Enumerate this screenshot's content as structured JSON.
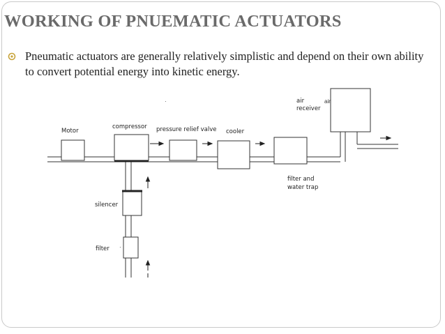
{
  "slide": {
    "title": "WORKING OF PNUEMATIC ACTUATORS",
    "bullet": "Pneumatic actuators are generally relatively simplistic and depend on their own ability to convert potential energy into kinetic energy.",
    "bullet_color": "#c8a33a",
    "title_color": "#6a6a6a"
  },
  "diagram": {
    "components": {
      "motor": "Motor",
      "compressor": "compressor",
      "pressure_relief_valve": "pressure relief valve",
      "cooler": "cooler",
      "air_receiver_line1": "air",
      "air_receiver_line2": "receiver",
      "filter_water_trap_line1": "filter and",
      "filter_water_trap_line2": "water trap",
      "silencer": "silencer",
      "filter": "filter"
    }
  }
}
